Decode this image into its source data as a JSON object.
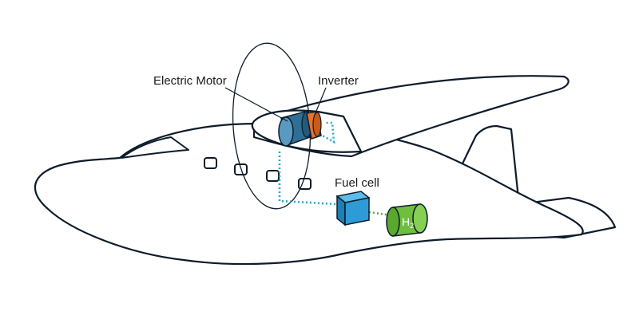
{
  "labels": {
    "electric_motor": "Electric Motor",
    "inverter": "Inverter",
    "fuel_cell": "Fuel cell",
    "hydrogen_symbol": "H",
    "hydrogen_subscript": "2"
  },
  "colors": {
    "outline": "#0d1b2a",
    "motor": "#2f6f96",
    "inverter": "#e8732c",
    "fuel_cell": "#2e9bd6",
    "hydrogen_tank": "#6fbf3f",
    "power_line": "#2aa7c0",
    "hydrogen_line": "#5fb13a"
  }
}
